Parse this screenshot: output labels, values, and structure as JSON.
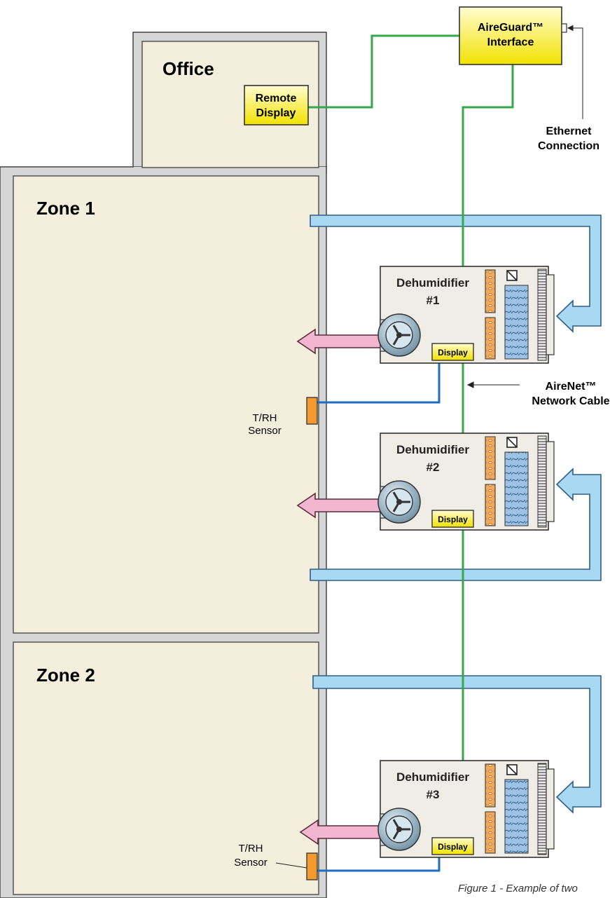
{
  "rooms": {
    "office": "Office",
    "zone1": "Zone 1",
    "zone2": "Zone 2"
  },
  "remote_display": [
    "Remote",
    "Display"
  ],
  "interface": [
    "AireGuard™",
    "Interface"
  ],
  "ethernet": [
    "Ethernet",
    "Connection"
  ],
  "network_cable": [
    "AireNet™",
    "Network Cable"
  ],
  "sensor": [
    "T/RH",
    "Sensor"
  ],
  "dehumidifiers": [
    {
      "name": "Dehumidifier",
      "number": "#1",
      "display": "Display"
    },
    {
      "name": "Dehumidifier",
      "number": "#2",
      "display": "Display"
    },
    {
      "name": "Dehumidifier",
      "number": "#3",
      "display": "Display"
    }
  ],
  "caption": "Figure 1 - Example of two",
  "colors": {
    "room_fill": "#f4eedd",
    "wall": "#d6d6d6",
    "network_green": "#34a84a",
    "duct_blue": "#a8d8f2",
    "sensor_wire": "#1b6fc2",
    "supply_pink": "#f3b6d0",
    "yellow_box": "#fff200",
    "sensor_orange": "#f29a2e"
  }
}
